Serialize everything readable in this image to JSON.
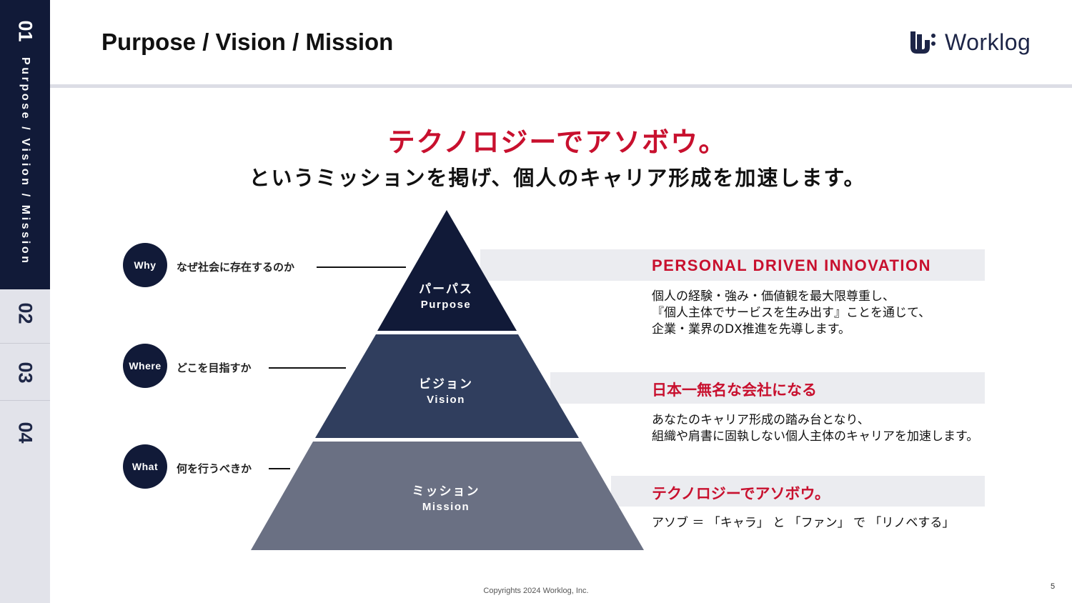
{
  "sidebar": {
    "active_number": "01",
    "active_label": "Purpose / Vision / Mission",
    "items": [
      "02",
      "03",
      "04"
    ]
  },
  "header": {
    "title": "Purpose / Vision / Mission",
    "logo_text": "Worklog"
  },
  "headline": {
    "main": "テクノロジーでアソボウ。",
    "sub": "というミッションを掲げ、個人のキャリア形成を加速します。"
  },
  "questions": [
    {
      "tag": "Why",
      "text": "なぜ社会に存在するのか"
    },
    {
      "tag": "Where",
      "text": "どこを目指すか"
    },
    {
      "tag": "What",
      "text": "何を行うべきか"
    }
  ],
  "pyramid": [
    {
      "jp": "パーパス",
      "en": "Purpose"
    },
    {
      "jp": "ビジョン",
      "en": "Vision"
    },
    {
      "jp": "ミッション",
      "en": "Mission"
    }
  ],
  "descriptions": [
    {
      "title": "PERSONAL DRIVEN INNOVATION",
      "lines": [
        "個人の経験・強み・価値観を最大限尊重し、",
        "『個人主体でサービスを生み出す』ことを通じて、",
        "企業・業界のDX推進を先導します。"
      ]
    },
    {
      "title": "日本一無名な会社になる",
      "lines": [
        "あなたのキャリア形成の踏み台となり、",
        "組織や肩書に固執しない個人主体のキャリアを加速します。"
      ]
    },
    {
      "title": "テクノロジーでアソボウ。",
      "lines": [
        "アソブ ＝ 「キャラ」 と 「ファン」 で 「リノベする」"
      ]
    }
  ],
  "footer": {
    "copyright": "Copyrights 2024 Worklog, Inc.",
    "page_number": "5"
  },
  "colors": {
    "navy": "#111a38",
    "vision": "#303e5e",
    "mission": "#6a7083",
    "accent_red": "#c8102e",
    "band_gray": "#ebecf0"
  }
}
